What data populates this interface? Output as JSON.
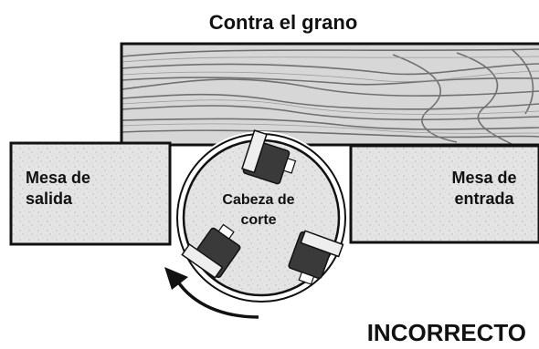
{
  "title": "Contra el grano",
  "outfeed_table": {
    "line1": "Mesa de",
    "line2": "salida"
  },
  "infeed_table": {
    "line1": "Mesa de",
    "line2": "entrada"
  },
  "cutter_head": {
    "line1": "Cabeza de",
    "line2": "corte"
  },
  "verdict": "INCORRECTO",
  "colors": {
    "outline": "#111111",
    "table_fill": "#e2e2e2",
    "wood_light": "#dcdcdc",
    "wood_grain": "#6f6f6f",
    "blade_dark": "#3a3a3a"
  },
  "icons": {
    "rotation": "curved-arrow-icon"
  }
}
